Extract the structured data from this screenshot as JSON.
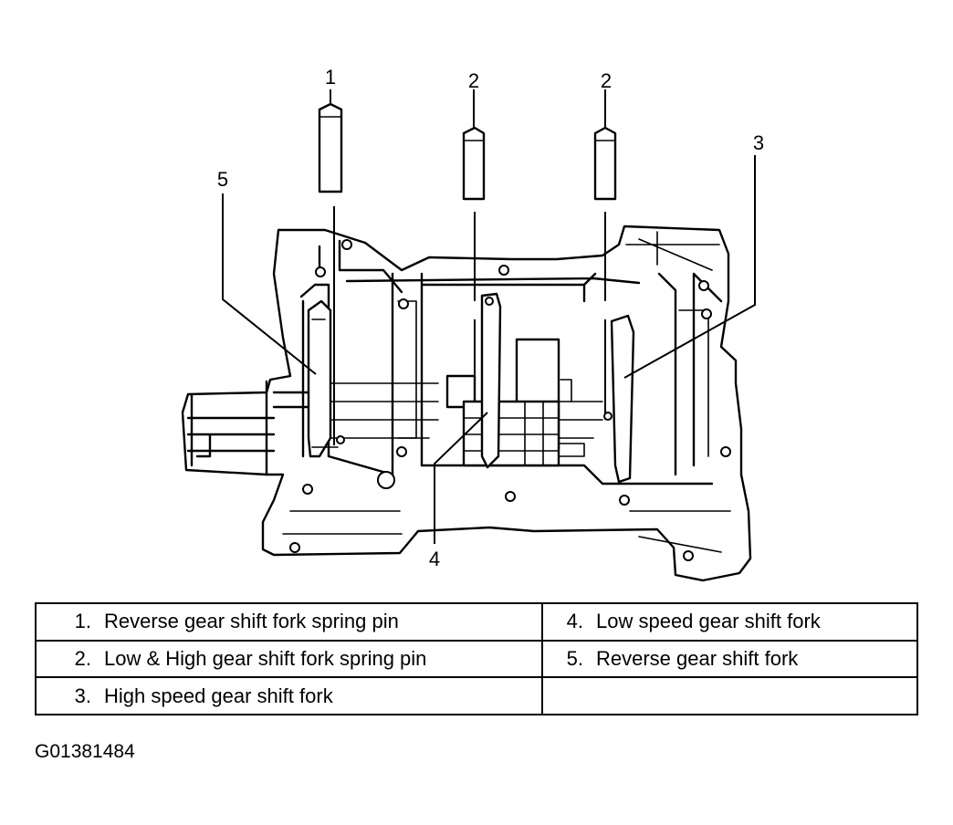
{
  "callouts": {
    "c1": "1",
    "c2a": "2",
    "c2b": "2",
    "c3": "3",
    "c4": "4",
    "c5": "5"
  },
  "legend": {
    "rows": [
      {
        "left": {
          "num": "1.",
          "text": "Reverse gear shift fork spring pin"
        },
        "right": {
          "num": "4.",
          "text": "Low speed gear shift fork"
        }
      },
      {
        "left": {
          "num": "2.",
          "text": "Low & High gear shift fork spring pin"
        },
        "right": {
          "num": "5.",
          "text": "Reverse gear shift fork"
        }
      },
      {
        "left": {
          "num": "3.",
          "text": "High speed gear shift fork"
        },
        "right": {
          "num": "",
          "text": ""
        }
      }
    ]
  },
  "figure_id": "G01381484"
}
